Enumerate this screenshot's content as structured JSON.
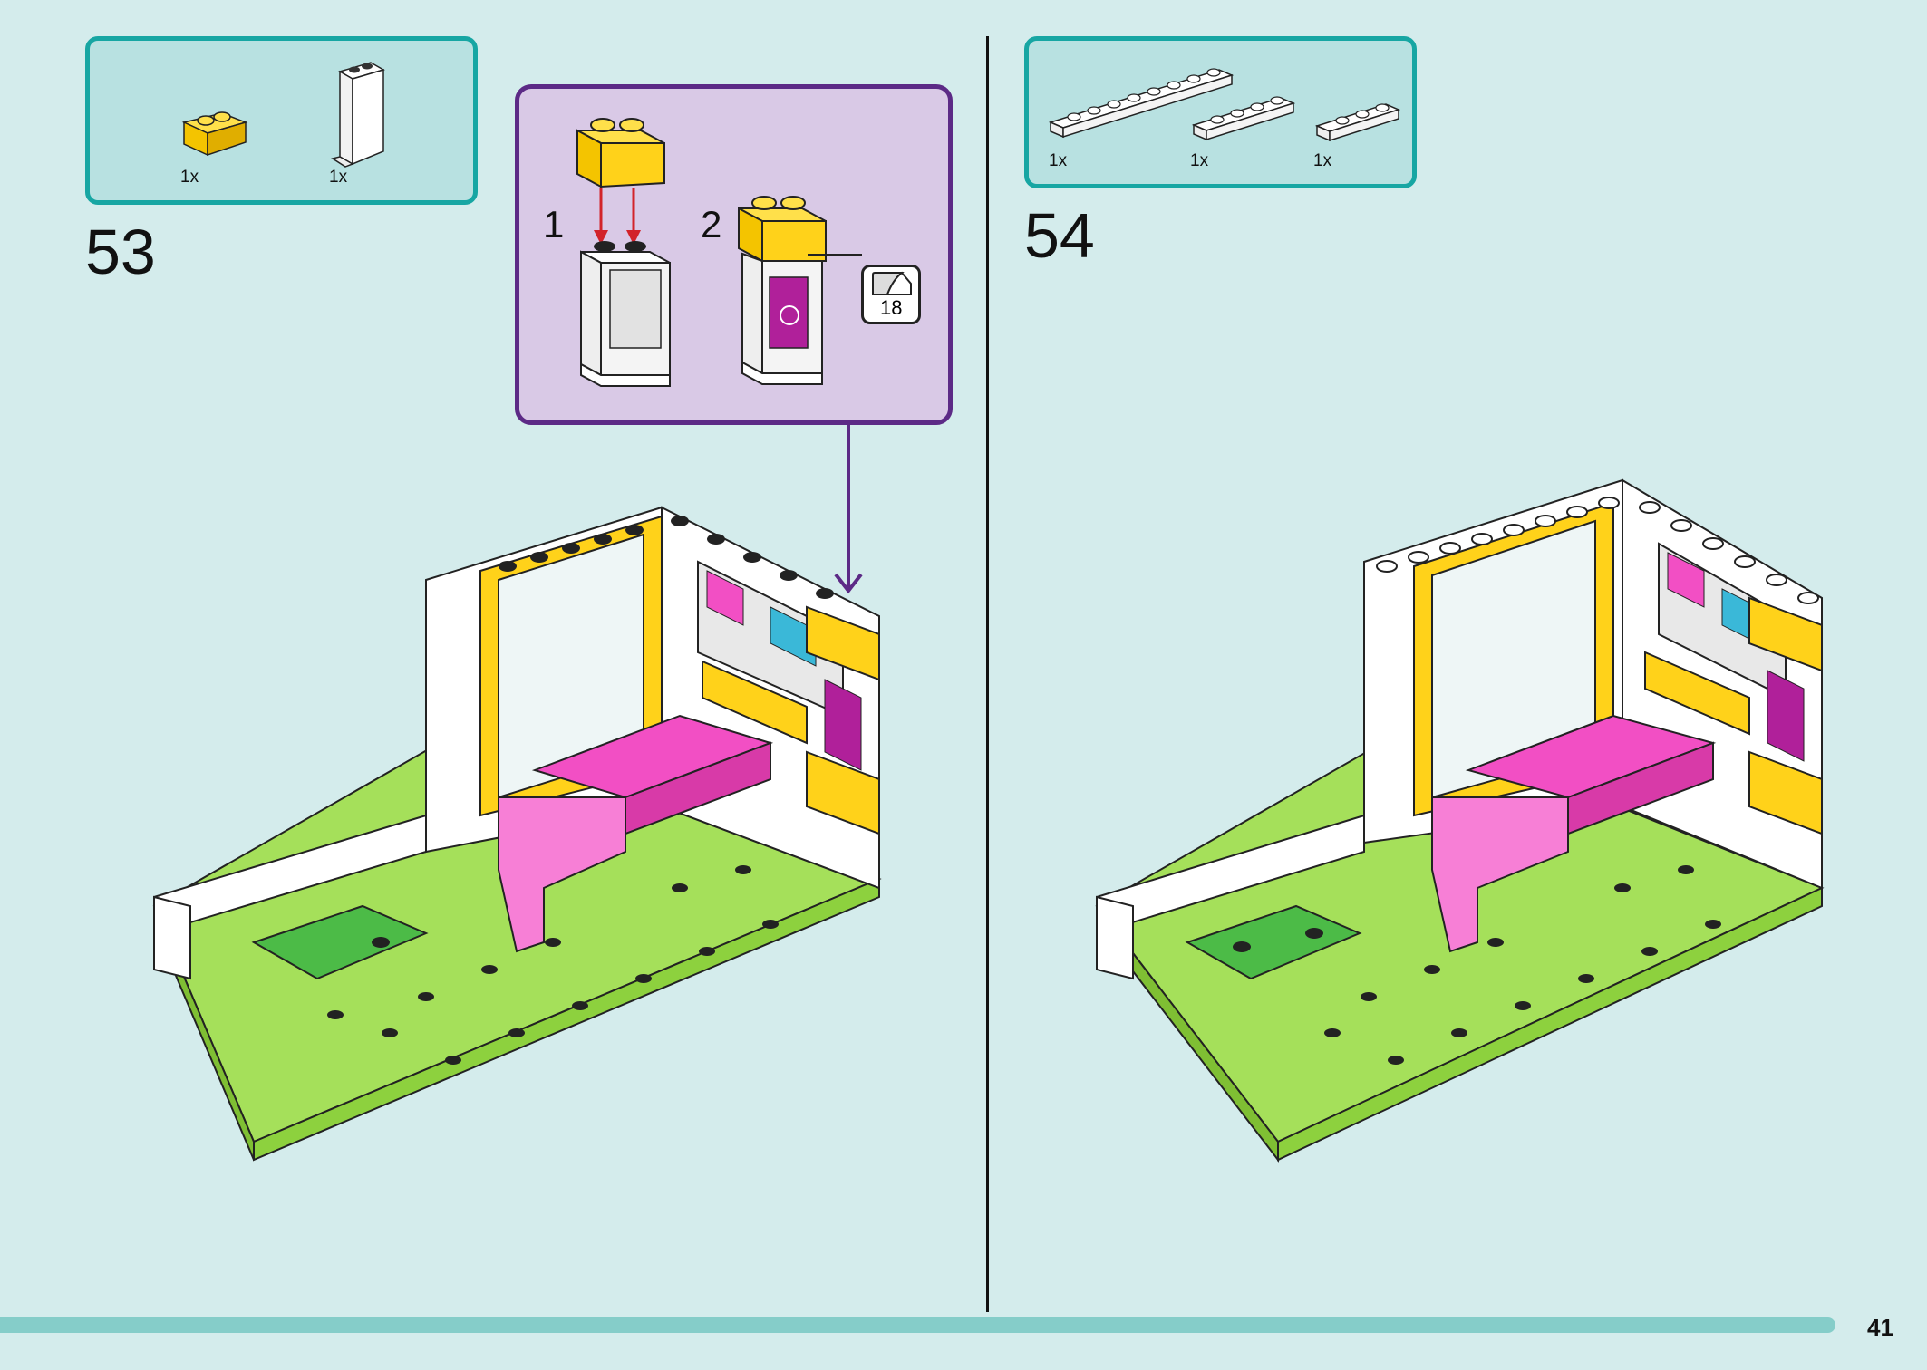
{
  "step53": {
    "number": "53",
    "parts": [
      {
        "qty": "1x",
        "name": "yellow-brick-1x2-icon"
      },
      {
        "qty": "1x",
        "name": "white-panel-icon"
      }
    ],
    "substeps": {
      "one": "1",
      "two": "2",
      "sticker": "18"
    }
  },
  "step54": {
    "number": "54",
    "parts": [
      {
        "qty": "1x",
        "name": "white-plate-1x8-icon"
      },
      {
        "qty": "1x",
        "name": "white-plate-1x4-icon"
      },
      {
        "qty": "1x",
        "name": "white-plate-1x3-icon"
      }
    ]
  },
  "footer": {
    "page_number": "41"
  },
  "colors": {
    "background": "#d4ecec",
    "parts_border": "#17a6a3",
    "subassembly_border": "#5c2a86",
    "baseplate": "#8dd13e",
    "brick_yellow": "#ffd21a",
    "brick_pink": "#f24fc4",
    "arrow_red": "#d2232a"
  }
}
